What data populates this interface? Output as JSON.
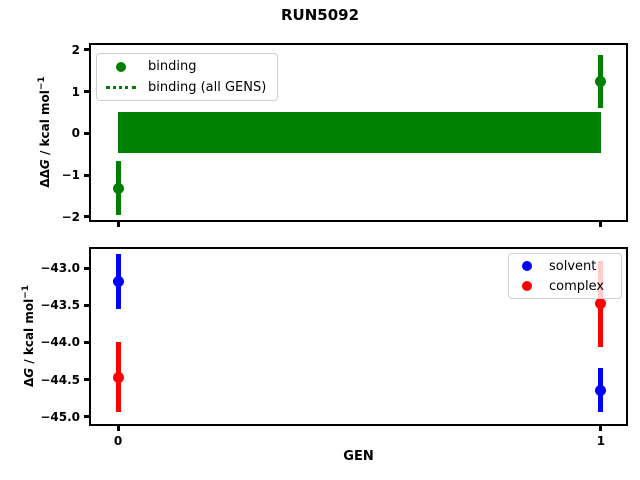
{
  "figure_title": "RUN5092",
  "colors": {
    "binding": "#008000",
    "solvent": "#0000ff",
    "complex": "#ff0000",
    "axes": "#000000",
    "legend_border": "#d0d0d0"
  },
  "chart_data": [
    {
      "type": "scatter",
      "subtype": "errorbar",
      "ylabel": "ΔΔG / kcal mol⁻¹",
      "ylabel_parts": [
        "ΔΔ",
        "G",
        " / kcal mol",
        "−1"
      ],
      "xlim": [
        -0.058,
        1.054
      ],
      "ylim": [
        -2.1,
        2.14
      ],
      "grid": false,
      "yticks": [
        {
          "value": 2,
          "label": "2"
        },
        {
          "value": 1,
          "label": "1"
        },
        {
          "value": 0,
          "label": "0"
        },
        {
          "value": -1,
          "label": "−1"
        },
        {
          "value": -2,
          "label": "−2"
        }
      ],
      "xticks": [
        {
          "value": 0,
          "label": ""
        },
        {
          "value": 1,
          "label": ""
        }
      ],
      "series": [
        {
          "name": "binding",
          "color": "#008000",
          "points": [
            {
              "x": 0,
              "y": -1.31,
              "yerr": 0.65
            },
            {
              "x": 1,
              "y": 1.24,
              "yerr": 0.64
            }
          ]
        }
      ],
      "band": {
        "label": "binding (all GENS)",
        "color": "#008000",
        "x_start": 0,
        "x_end": 1,
        "y_low": -0.48,
        "y_high": 0.51
      },
      "legend": {
        "position": "upper-left",
        "entries": [
          {
            "label": "binding",
            "marker": "circle",
            "color": "#008000"
          },
          {
            "label": "binding (all GENS)",
            "marker": "dotted-line",
            "color": "#008000"
          }
        ]
      }
    },
    {
      "type": "scatter",
      "subtype": "errorbar",
      "xlabel": "GEN",
      "ylabel": "ΔG / kcal mol⁻¹",
      "ylabel_parts": [
        "Δ",
        "G",
        " / kcal mol",
        "−1"
      ],
      "xlim": [
        -0.058,
        1.054
      ],
      "ylim": [
        -45.11,
        -42.73
      ],
      "grid": false,
      "yticks": [
        {
          "value": -43.0,
          "label": "−43.0"
        },
        {
          "value": -43.5,
          "label": "−43.5"
        },
        {
          "value": -44.0,
          "label": "−44.0"
        },
        {
          "value": -44.5,
          "label": "−44.5"
        },
        {
          "value": -45.0,
          "label": "−45.0"
        }
      ],
      "xticks": [
        {
          "value": 0,
          "label": "0"
        },
        {
          "value": 1,
          "label": "1"
        }
      ],
      "series": [
        {
          "name": "solvent",
          "color": "#0000ff",
          "points": [
            {
              "x": 0,
              "y": -43.18,
              "yerr": 0.37
            },
            {
              "x": 1,
              "y": -44.64,
              "yerr": 0.29
            }
          ]
        },
        {
          "name": "complex",
          "color": "#ff0000",
          "points": [
            {
              "x": 0,
              "y": -44.47,
              "yerr": 0.47
            },
            {
              "x": 1,
              "y": -43.48,
              "yerr": 0.58
            }
          ]
        }
      ],
      "legend": {
        "position": "upper-right",
        "entries": [
          {
            "label": "solvent",
            "marker": "circle",
            "color": "#0000ff"
          },
          {
            "label": "complex",
            "marker": "circle",
            "color": "#ff0000"
          }
        ]
      }
    }
  ]
}
